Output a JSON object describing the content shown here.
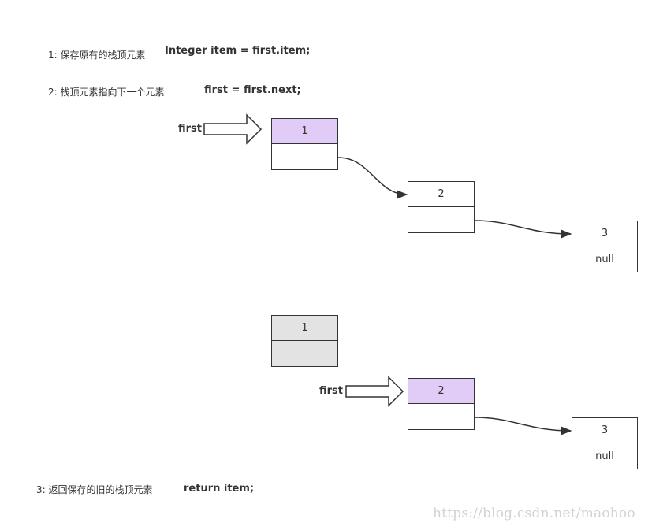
{
  "steps": [
    {
      "label": "1: 保存原有的栈顶元素",
      "code": "Integer item = first.item;"
    },
    {
      "label": "2: 栈顶元素指向下一个元素",
      "code": "first = first.next;"
    },
    {
      "label": "3: 返回保存的旧的栈顶元素",
      "code": "return item;"
    }
  ],
  "diagram_top": {
    "pointer_label": "first",
    "nodes": [
      {
        "value": "1",
        "next": "",
        "highlight": true
      },
      {
        "value": "2",
        "next": "",
        "highlight": false
      },
      {
        "value": "3",
        "next": "null",
        "highlight": false
      }
    ]
  },
  "diagram_bottom": {
    "pointer_label": "first",
    "nodes": [
      {
        "value": "1",
        "next": "",
        "detached": true
      },
      {
        "value": "2",
        "next": "",
        "highlight": true
      },
      {
        "value": "3",
        "next": "null",
        "highlight": false
      }
    ]
  },
  "colors": {
    "highlight": "#e1ccf7",
    "detached": "#e3e3e3",
    "stroke": "#333333"
  },
  "watermark": "https://blog.csdn.net/maohoo"
}
